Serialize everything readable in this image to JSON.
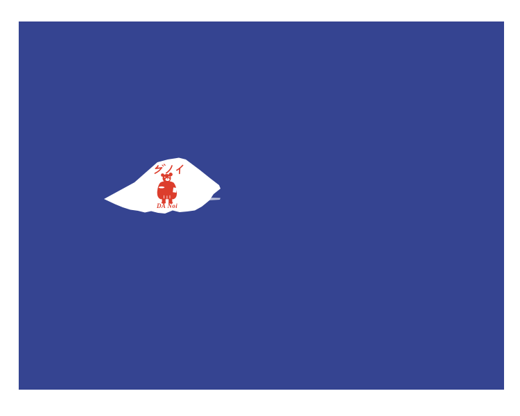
{
  "scan": {
    "page_background": "#FFFFFF"
  },
  "flyer": {
    "background_color": "#354491",
    "shape_color": "#FFFFFF"
  },
  "logo": {
    "katakana": "ダノイ",
    "brand_name": "DA Noi",
    "accent_red": "#DC3D2C",
    "mascot_icon": "chef-mascot"
  }
}
